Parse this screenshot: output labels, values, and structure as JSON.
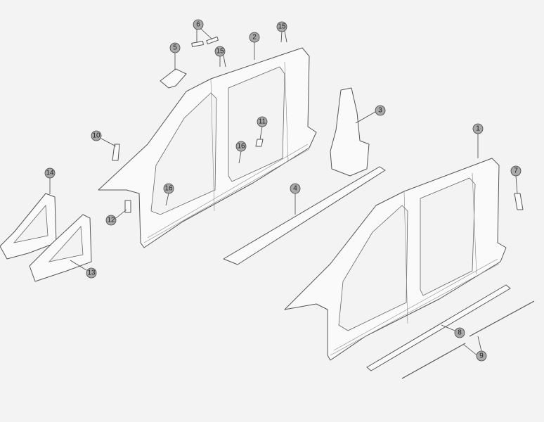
{
  "diagram": {
    "type": "exploded parts diagram",
    "callouts": [
      "1",
      "2",
      "3",
      "4",
      "5",
      "6",
      "7",
      "8",
      "9",
      "10",
      "11",
      "12",
      "13",
      "14",
      "15",
      "15",
      "16",
      "16"
    ]
  }
}
